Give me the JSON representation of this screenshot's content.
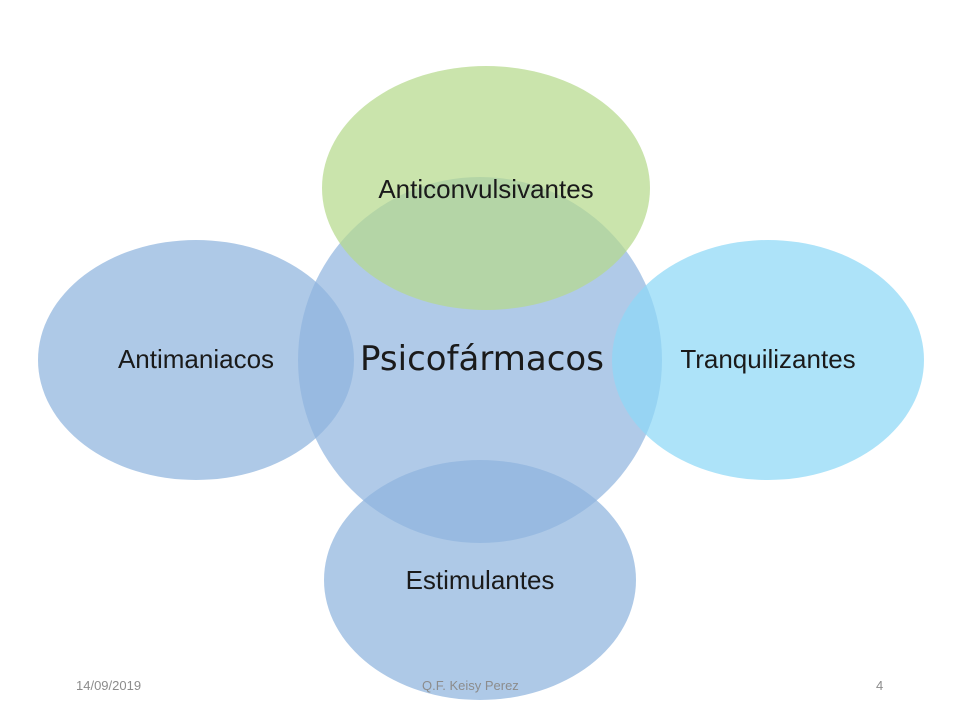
{
  "diagram": {
    "center": {
      "label": "Psicofármacos",
      "color": "#8fb4de"
    },
    "satellites": [
      {
        "key": "top",
        "label": "Anticonvulsivantes",
        "color": "#b5da8c"
      },
      {
        "key": "right",
        "label": "Tranquilizantes",
        "color": "#8ed8f6"
      },
      {
        "key": "bottom",
        "label": "Estimulantes",
        "color": "#8fb4de"
      },
      {
        "key": "left",
        "label": "Antimaniacos",
        "color": "#8fb4de"
      }
    ]
  },
  "footer": {
    "date": "14/09/2019",
    "author": "Q.F. Keisy Perez",
    "page": "4"
  }
}
